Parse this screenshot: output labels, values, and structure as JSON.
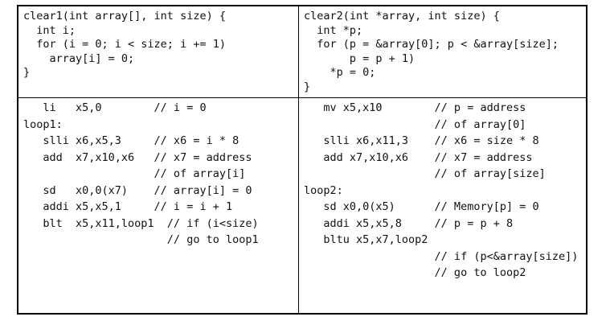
{
  "top_left": {
    "lines": [
      "clear1(int array[], int size) {",
      "  int i;",
      "  for (i = 0; i < size; i += 1)",
      "    array[i] = 0;",
      "}"
    ]
  },
  "top_right": {
    "lines": [
      "clear2(int *array, int size) {",
      "  int *p;",
      "  for (p = &array[0]; p < &array[size];",
      "       p = p + 1)",
      "    *p = 0;",
      "}"
    ]
  },
  "bottom_left": {
    "lines": [
      "   li   x5,0        // i = 0",
      "loop1:",
      "   slli x6,x5,3     // x6 = i * 8",
      "   add  x7,x10,x6   // x7 = address",
      "                    // of array[i]",
      "   sd   x0,0(x7)    // array[i] = 0",
      "   addi x5,x5,1     // i = i + 1",
      "   blt  x5,x11,loop1  // if (i<size)",
      "                      // go to loop1"
    ]
  },
  "bottom_right": {
    "lines": [
      "   mv x5,x10        // p = address",
      "                    // of array[0]",
      "   slli x6,x11,3    // x6 = size * 8",
      "   add x7,x10,x6    // x7 = address",
      "                    // of array[size]",
      "loop2:",
      "   sd x0,0(x5)      // Memory[p] = 0",
      "   addi x5,x5,8     // p = p + 8",
      "   bltu x5,x7,loop2",
      "                    // if (p<&array[size])",
      "                    // go to loop2"
    ]
  }
}
